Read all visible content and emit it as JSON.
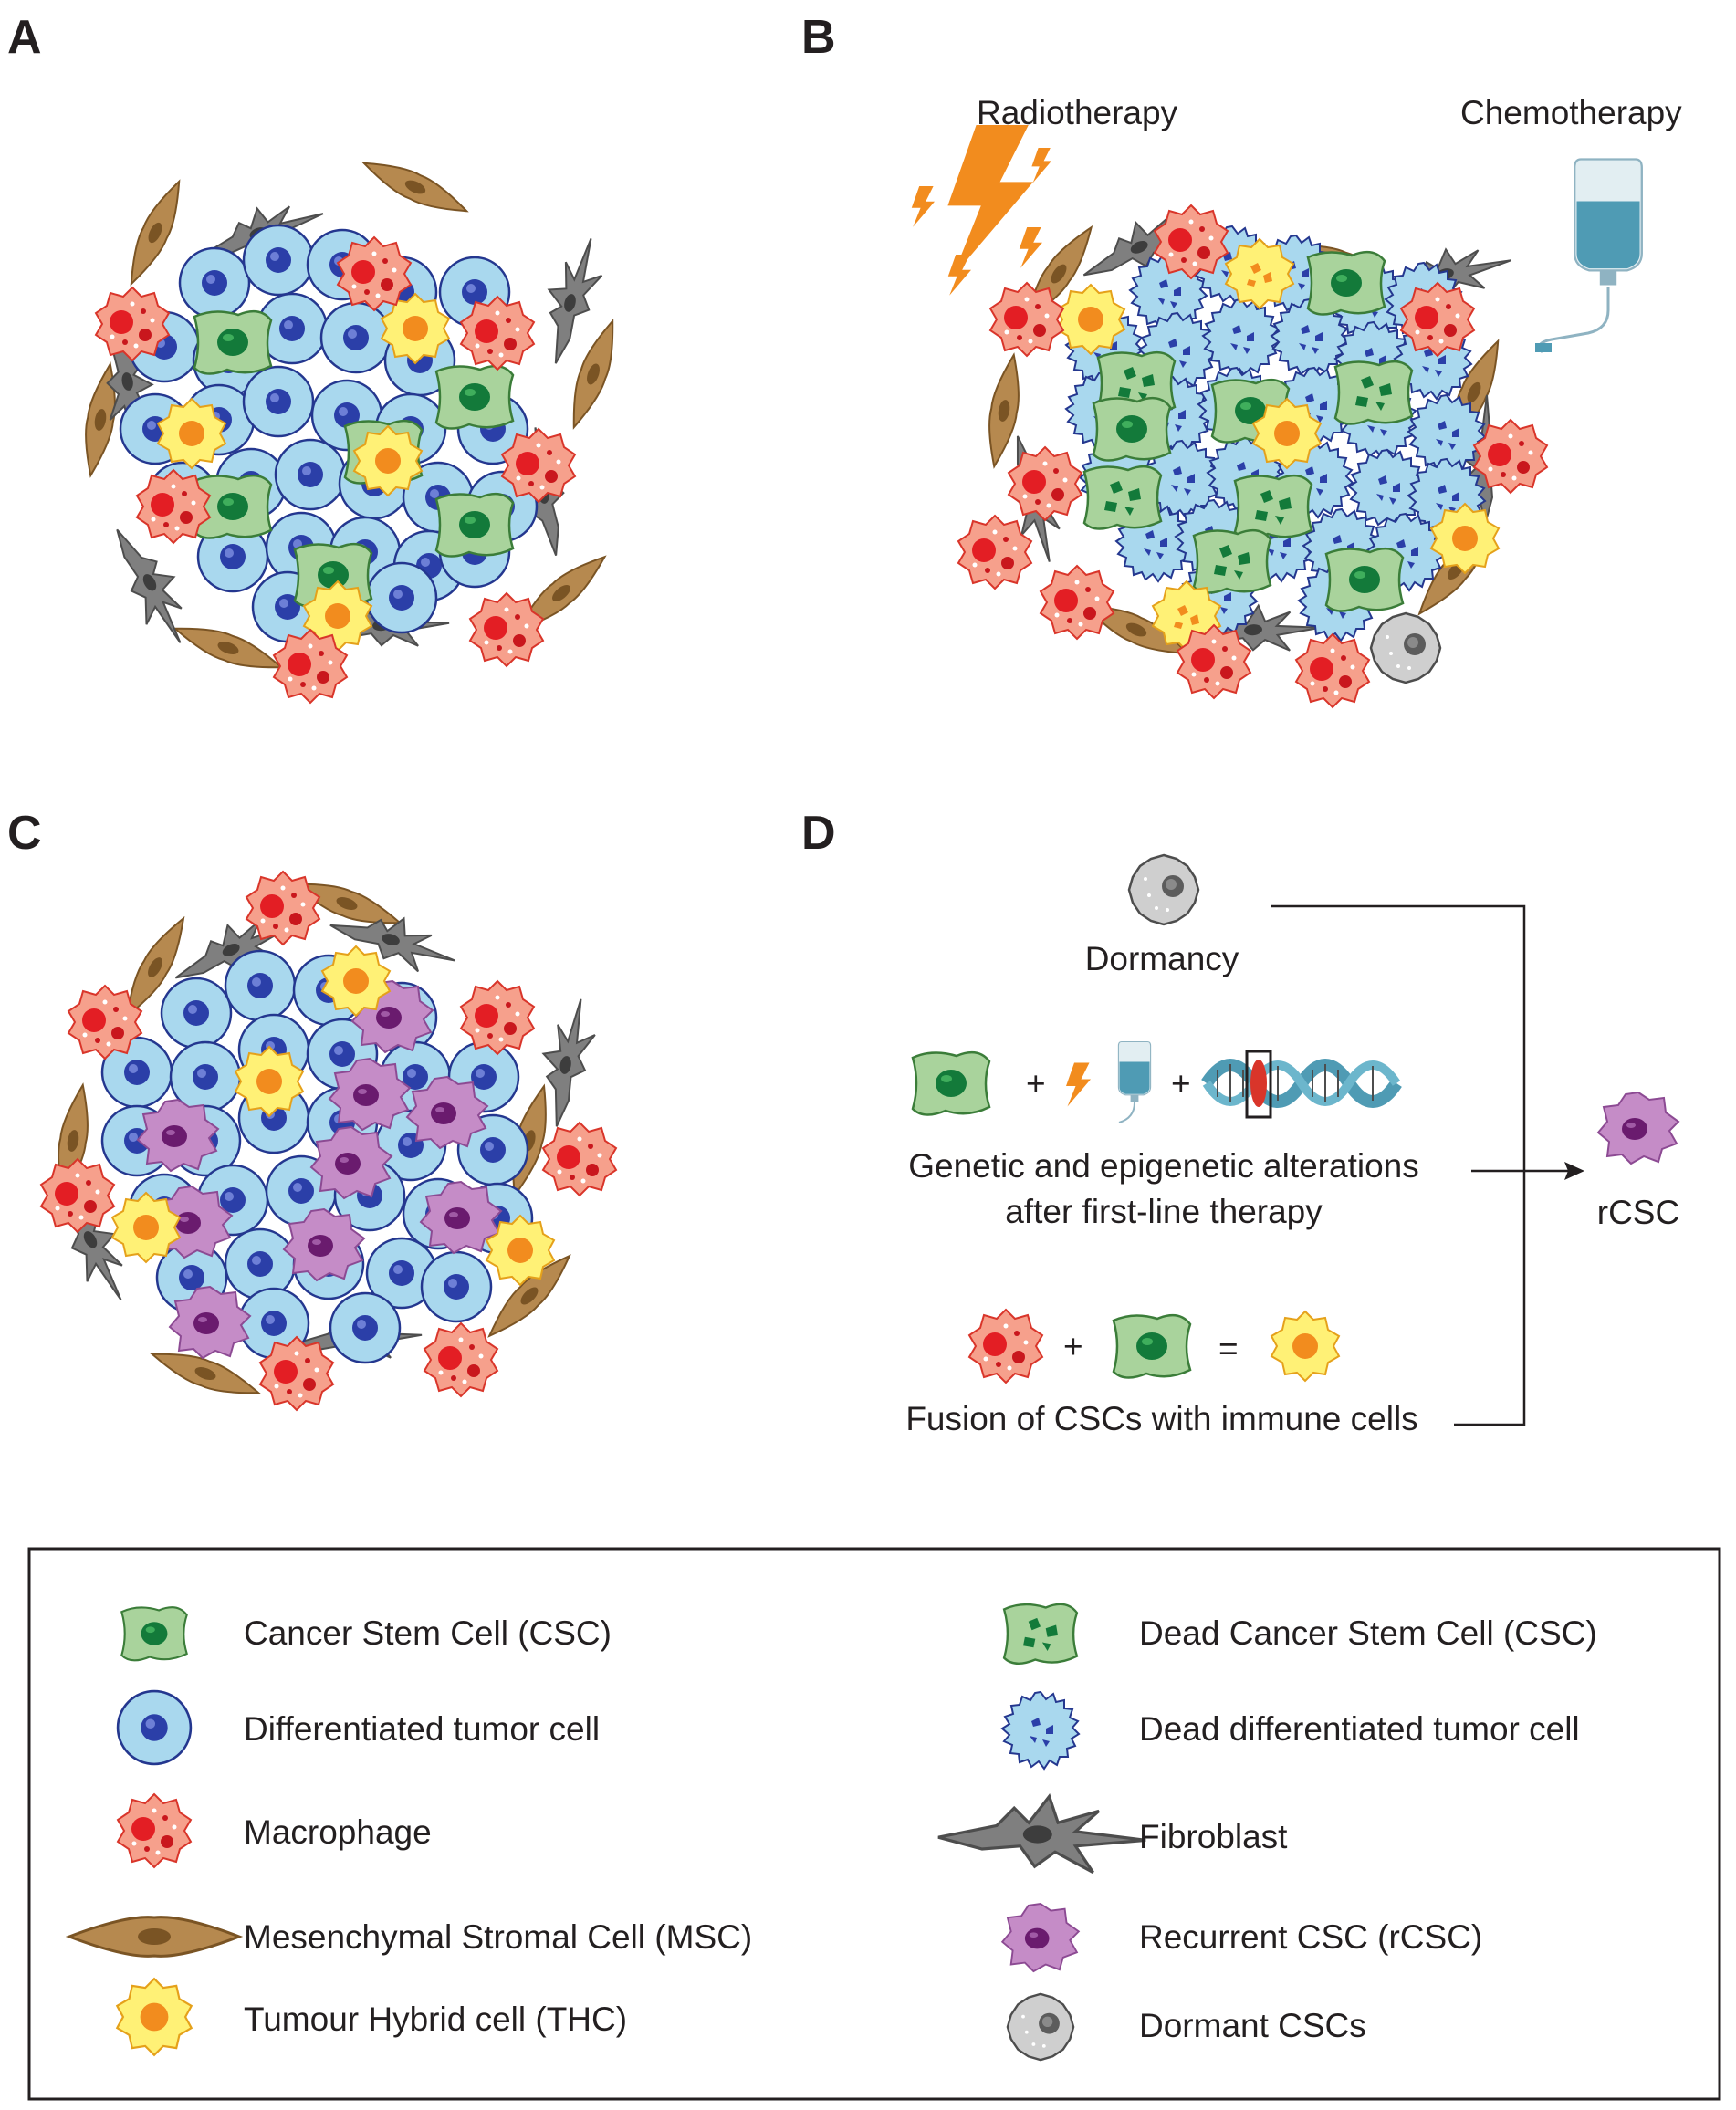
{
  "panels": {
    "a": "A",
    "b": "B",
    "c": "C",
    "d": "D"
  },
  "therapy": {
    "radiotherapy": "Radiotherapy",
    "chemotherapy": "Chemotherapy"
  },
  "panel_d": {
    "dormancy": "Dormancy",
    "plus": "+",
    "equals": "=",
    "genetic_line1": "Genetic and epigenetic alterations",
    "genetic_line2": "after first-line therapy",
    "fusion": "Fusion of CSCs with immune cells",
    "rcsc": "rCSC"
  },
  "legend": {
    "left": [
      "Cancer Stem Cell (CSC)",
      "Differentiated tumor cell",
      "Macrophage",
      "Mesenchymal Stromal Cell (MSC)",
      "Tumour Hybrid cell (THC)"
    ],
    "right": [
      "Dead Cancer Stem Cell (CSC)",
      "Dead differentiated tumor cell",
      "Fibroblast",
      "Recurrent CSC (rCSC)",
      "Dormant CSCs"
    ]
  },
  "colors": {
    "blue_cell": "#a9d8ee",
    "blue_nucleus": "#2b3fa8",
    "csc": "#a9d39c",
    "csc_nucleus": "#137a3a",
    "macrophage": "#f6a08c",
    "macrophage_nucleus": "#e31e24",
    "msc": "#b6894f",
    "thc": "#fff176",
    "thc_nucleus": "#f28c1e",
    "fibroblast": "#7f7f7f",
    "rcsc": "#c58cc7",
    "rcsc_nucleus": "#6a1b6e",
    "dormant": "#cfcfcf",
    "dormant_nucleus": "#5c5c5c",
    "lightning": "#f28c1e",
    "chemo_bag": "#4f9bb4"
  }
}
